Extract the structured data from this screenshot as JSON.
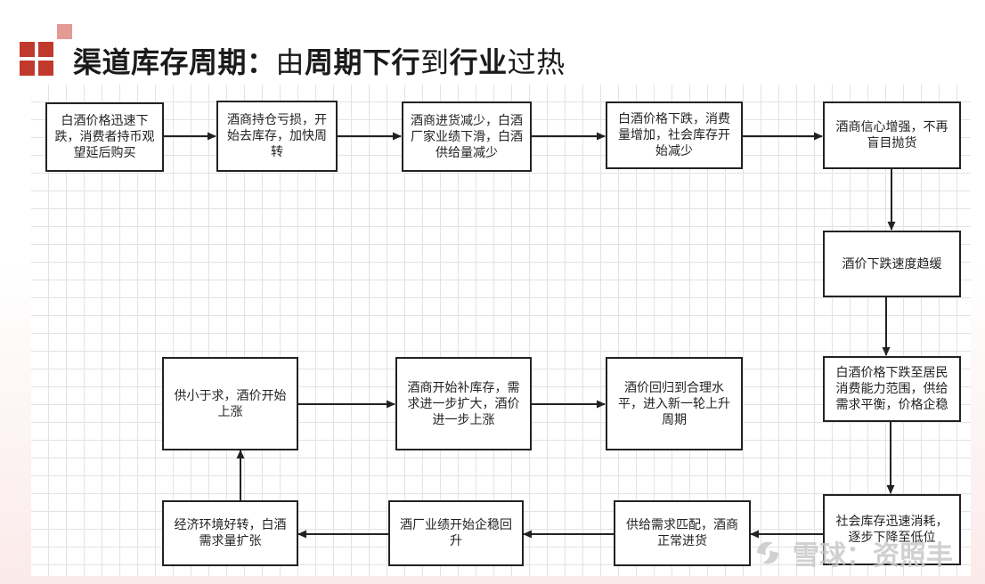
{
  "title": {
    "bold_part_1": "渠道库存周期：",
    "normal_part_1": "由",
    "bold_part_2": "周期下行",
    "normal_part_2": "到",
    "bold_part_3": "行业",
    "normal_part_3": "过热"
  },
  "colors": {
    "accent": "#c0392b",
    "accent_light": "#e49a95",
    "arrow": "#222222"
  },
  "flow": {
    "nodes": [
      {
        "id": "n1",
        "text": "白酒价格迅速下跌，消费者持币观望延后购买"
      },
      {
        "id": "n2",
        "text": "酒商持仓亏损，开始去库存，加快周转"
      },
      {
        "id": "n3",
        "text": "酒商进货减少，白酒厂家业绩下滑，白酒供给量减少"
      },
      {
        "id": "n4",
        "text": "白酒价格下跌，消费量增加，社会库存开始减少"
      },
      {
        "id": "n5",
        "text": "酒商信心增强，不再盲目抛货"
      },
      {
        "id": "n6",
        "text": "酒价下跌速度趋缓"
      },
      {
        "id": "n7",
        "text": "白酒价格下跌至居民消费能力范围，供给需求平衡，价格企稳"
      },
      {
        "id": "n8",
        "text": "社会库存迅速消耗，逐步下降至低位"
      },
      {
        "id": "n9",
        "text": "供给需求匹配，酒商正常进货"
      },
      {
        "id": "n10",
        "text": "酒厂业绩开始企稳回升"
      },
      {
        "id": "n11",
        "text": "经济环境好转，白酒需求量扩张"
      },
      {
        "id": "n12",
        "text": "供小于求，酒价开始上涨"
      },
      {
        "id": "n13",
        "text": "酒商开始补库存，需求进一步扩大，酒价进一步上涨"
      },
      {
        "id": "n14",
        "text": "酒价回归到合理水平，进入新一轮上升周期"
      }
    ]
  },
  "watermark": {
    "text": "雪球：资照丰",
    "icon": "snowball-logo-icon"
  }
}
